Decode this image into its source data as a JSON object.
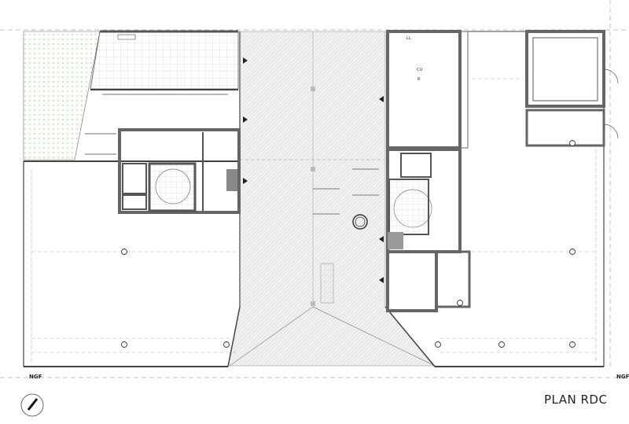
{
  "plan": {
    "title": "PLAN RDC",
    "level_left": "NGF",
    "level_right": "NGF",
    "rooms": {
      "laundry": "LL",
      "kitchen": "CU",
      "fridge": "R"
    }
  },
  "colors": {
    "wall": "#555555",
    "wall_fill": "#8a8a8a",
    "garden": "#9fd67a",
    "line": "#333333",
    "dashed": "#999999"
  }
}
